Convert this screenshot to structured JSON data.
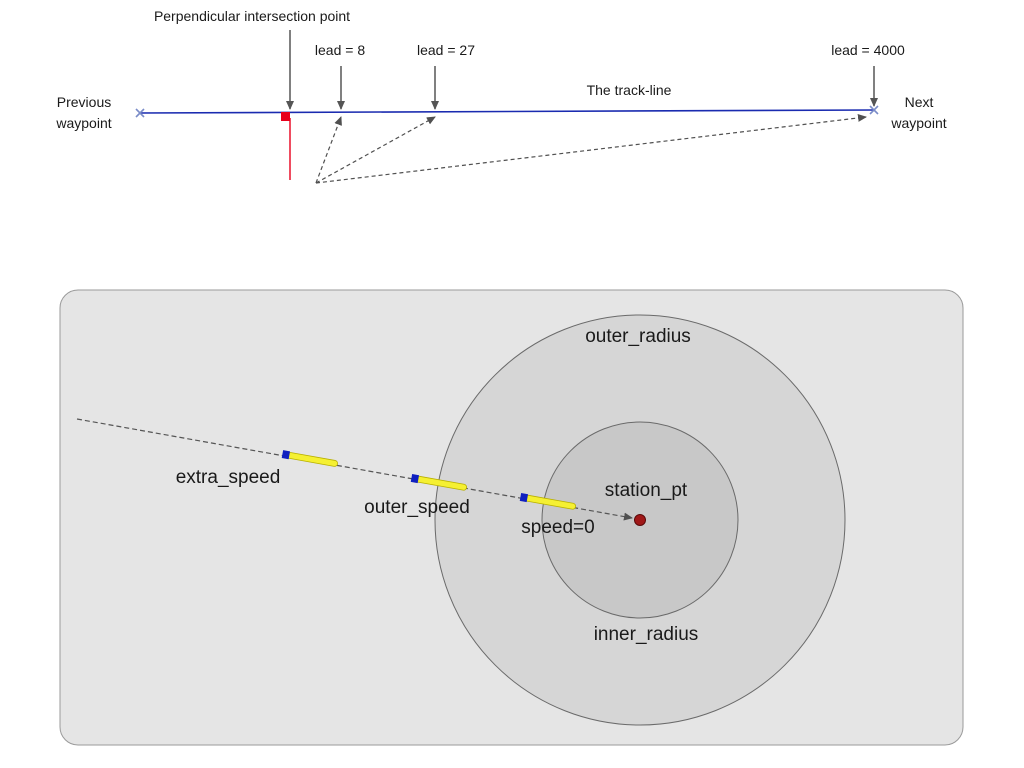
{
  "top_diagram": {
    "labels": {
      "perpendicular": "Perpendicular intersection point",
      "lead_8": "lead = 8",
      "lead_27": "lead = 27",
      "lead_4000": "lead = 4000",
      "track_line": "The track-line",
      "previous_waypoint_1": "Previous",
      "previous_waypoint_2": "waypoint",
      "next_waypoint_1": "Next",
      "next_waypoint_2": "waypoint"
    },
    "colors": {
      "track_line": "#1a2bb0",
      "perpendicular_marker": "#e8001c",
      "arrow": "#555555"
    }
  },
  "bottom_diagram": {
    "labels": {
      "outer_radius": "outer_radius",
      "inner_radius": "inner_radius",
      "station_pt": "station_pt",
      "extra_speed": "extra_speed",
      "outer_speed": "outer_speed",
      "speed_zero": "speed=0"
    },
    "colors": {
      "panel_fill": "#e5e5e5",
      "outer_circle_fill": "#d6d6d6",
      "inner_circle_fill": "#c8c8c8",
      "vessel": "#f5f032",
      "vessel_bow": "#1020c0",
      "station_point": "#a01818"
    }
  }
}
